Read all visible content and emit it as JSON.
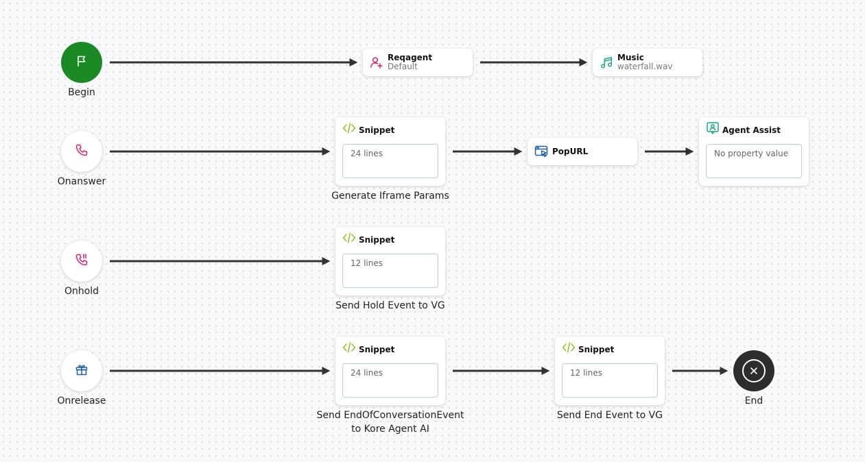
{
  "rows": {
    "begin": {
      "label": "Begin",
      "reqagent": {
        "title": "Reqagent",
        "subtitle": "Default"
      },
      "music": {
        "title": "Music",
        "subtitle": "waterfall.wav"
      }
    },
    "onanswer": {
      "label": "Onanswer",
      "snippet": {
        "title": "Snippet",
        "content": "24 lines",
        "caption": "Generate Iframe Params"
      },
      "popurl": {
        "title": "PopURL"
      },
      "agent_assist": {
        "title": "Agent Assist",
        "content": "No property value"
      }
    },
    "onhold": {
      "label": "Onhold",
      "snippet": {
        "title": "Snippet",
        "content": "12 lines",
        "caption": "Send Hold Event to VG"
      }
    },
    "onrelease": {
      "label": "Onrelease",
      "snippet1": {
        "title": "Snippet",
        "content": "24 lines",
        "caption_line1": "Send EndOfConversationEvent",
        "caption_line2": "to Kore Agent AI"
      },
      "snippet2": {
        "title": "Snippet",
        "content": "12 lines",
        "caption": "Send End Event to VG"
      },
      "end_label": "End"
    }
  },
  "icons": {
    "begin": "flag-icon",
    "onanswer": "phone-icon",
    "onhold": "phone-hold-icon",
    "onrelease": "gift-icon",
    "reqagent": "user-plus-icon",
    "music": "music-note-icon",
    "snippet": "code-icon",
    "popurl": "browser-window-icon",
    "agent_assist": "agent-assist-icon",
    "end": "close-icon"
  },
  "colors": {
    "begin_green": "#1b8a24",
    "event_pink": "#e01e6a",
    "snippet_lime": "#8cc41a",
    "agent_teal": "#17a589",
    "popurl_blue": "#1e5fa8",
    "end_dark": "#2d2d2d"
  }
}
